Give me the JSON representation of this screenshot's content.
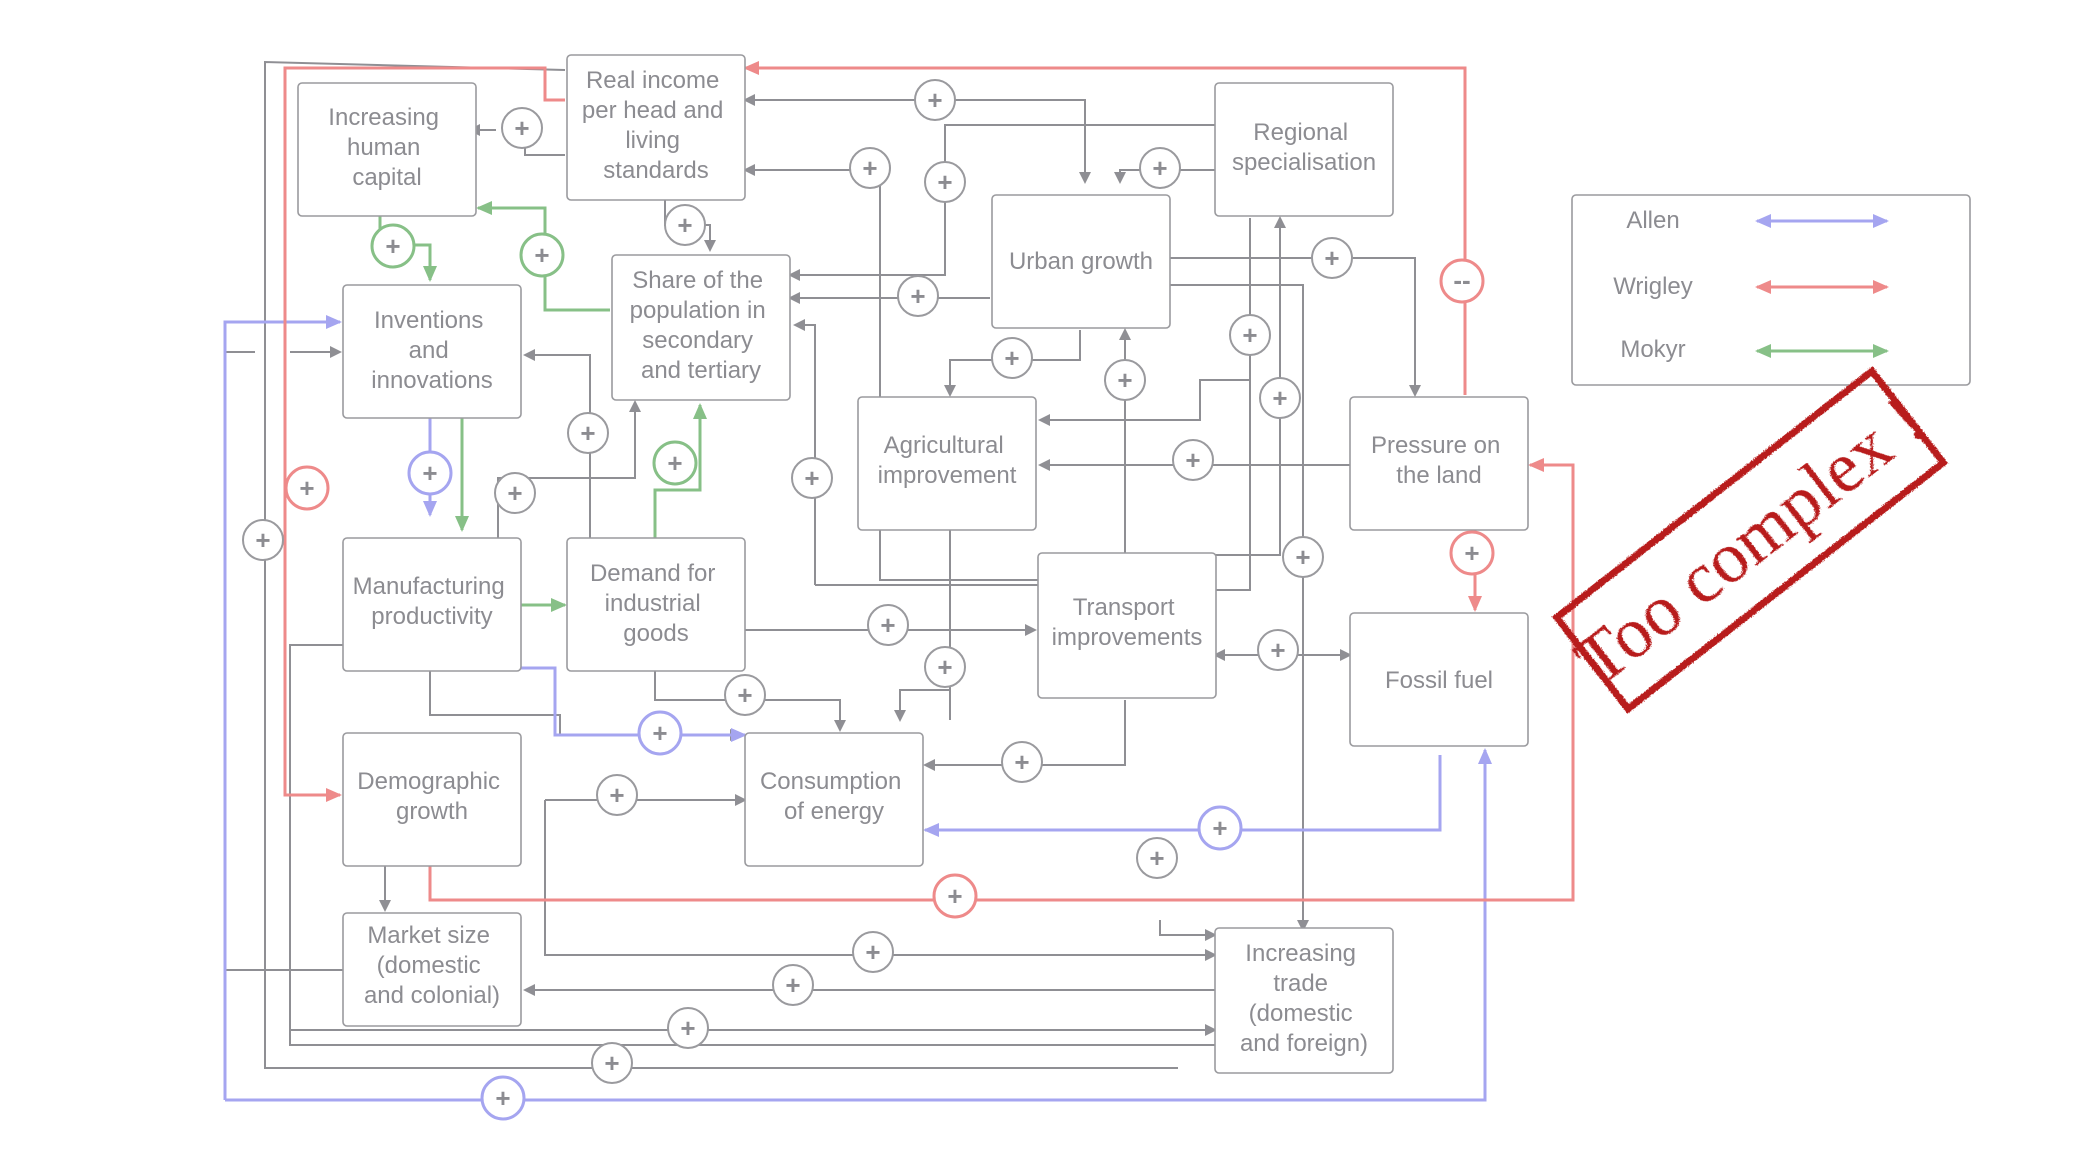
{
  "nodes": {
    "real_income": [
      "Real income",
      "per head and",
      "living",
      "standards"
    ],
    "human_capital": [
      "Increasing",
      "human",
      "capital"
    ],
    "regional_specialisation": [
      "Regional",
      "specialisation"
    ],
    "share_population": [
      "Share of the",
      "population in",
      "secondary",
      "and tertiary"
    ],
    "urban_growth": [
      "Urban growth"
    ],
    "inventions": [
      "Inventions",
      "and",
      "innovations"
    ],
    "agricultural_improvement": [
      "Agricultural",
      "improvement"
    ],
    "pressure_on_land": [
      "Pressure on",
      "the land"
    ],
    "manufacturing_productivity": [
      "Manufacturing",
      "productivity"
    ],
    "demand_industrial": [
      "Demand for",
      "industrial",
      "goods"
    ],
    "transport_improvements": [
      "Transport",
      "improvements"
    ],
    "fossil_fuel": [
      "Fossil fuel"
    ],
    "demographic_growth": [
      "Demographic",
      "growth"
    ],
    "consumption_energy": [
      "Consumption",
      "of energy"
    ],
    "market_size": [
      "Market size",
      "(domestic",
      "and colonial)"
    ],
    "increasing_trade": [
      "Increasing",
      "trade",
      "(domestic",
      "and foreign)"
    ]
  },
  "signs": {
    "plus": "+",
    "minus": "--"
  },
  "legend": {
    "items": [
      {
        "label": "Allen",
        "color": "#a5a5f0"
      },
      {
        "label": "Wrigley",
        "color": "#ee8a8a"
      },
      {
        "label": "Mokyr",
        "color": "#87c087"
      }
    ]
  },
  "stamp": {
    "text": "Too complex !",
    "color": "#b81c1c"
  }
}
